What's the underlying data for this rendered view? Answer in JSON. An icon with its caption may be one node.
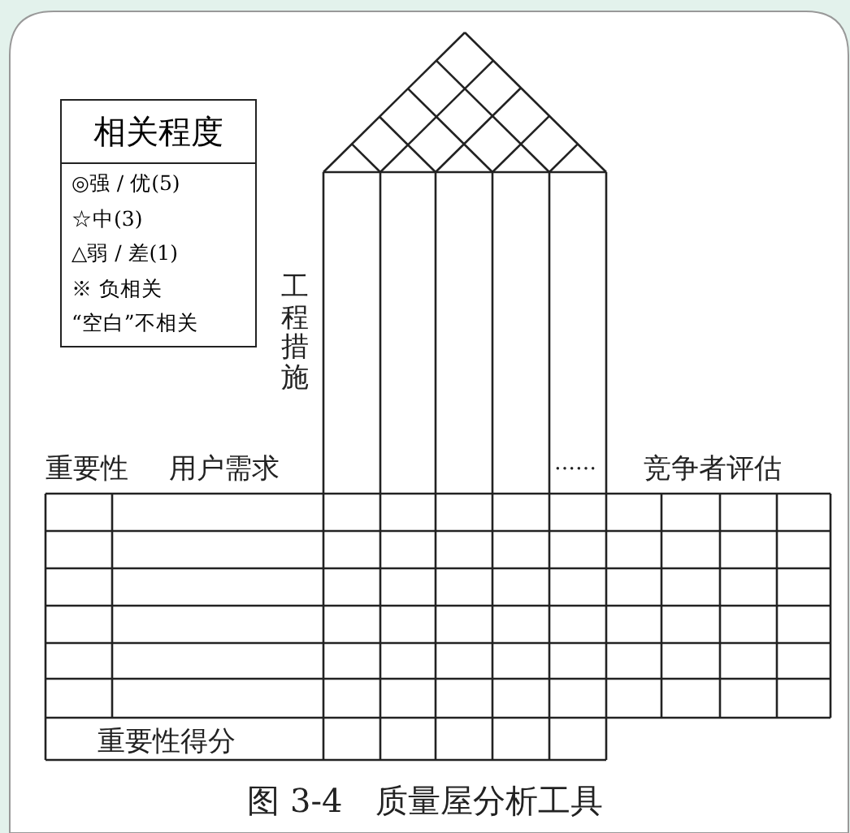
{
  "diagram": {
    "caption": "图 3-4　质量屋分析工具",
    "nodes": [
      {
        "text": [
          "相关程度",
          "◎强 / 优(5)",
          "☆中(3)",
          "△弱 / 差(1)",
          "※ 负相关",
          "“空白”不相关"
        ]
      }
    ],
    "labels": [
      "工程措施",
      "重要性",
      "用户需求",
      "……",
      "竞争者评估",
      "重要性得分"
    ]
  }
}
